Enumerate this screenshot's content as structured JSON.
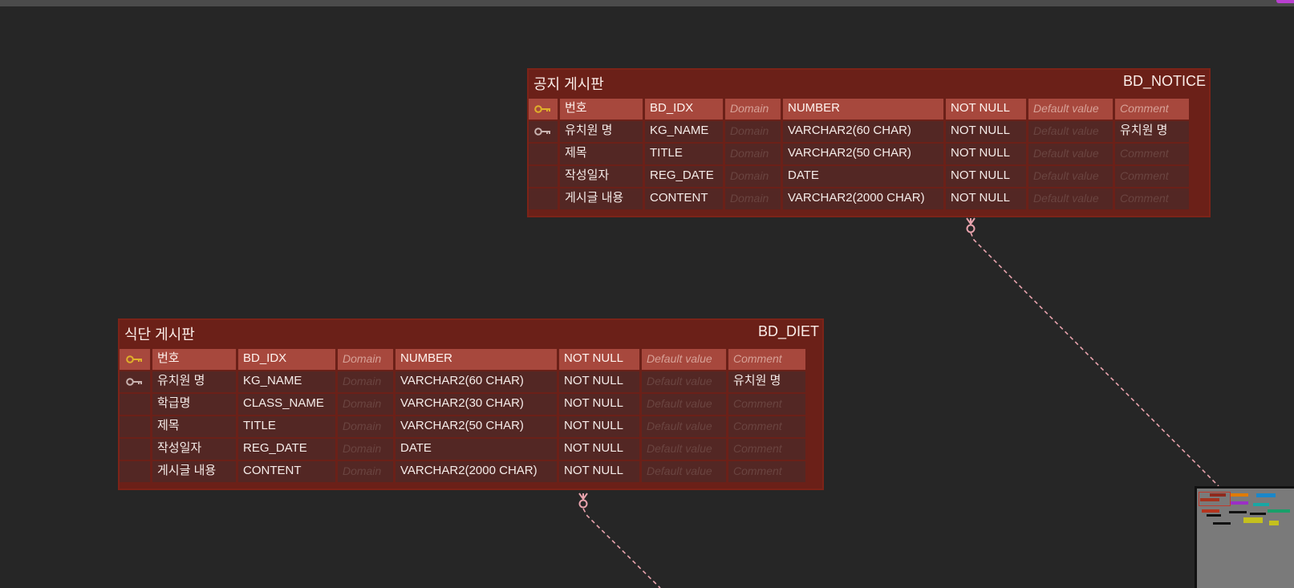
{
  "canvas": {
    "background": "#262626"
  },
  "tables": [
    {
      "id": "notice",
      "logical_name": "공지 게시판",
      "physical_name": "BD_NOTICE",
      "columns": [
        {
          "key": "primary",
          "logical": "번호",
          "physical": "BD_IDX",
          "domain": "Domain",
          "type": "NUMBER",
          "nullability": "NOT NULL",
          "default": "Default value",
          "comment": "Comment"
        },
        {
          "key": "foreign",
          "logical": "유치원 명",
          "physical": "KG_NAME",
          "domain": "Domain",
          "type": "VARCHAR2(60 CHAR)",
          "nullability": "NOT NULL",
          "default": "Default value",
          "comment": "유치원 명"
        },
        {
          "key": "",
          "logical": "제목",
          "physical": "TITLE",
          "domain": "Domain",
          "type": "VARCHAR2(50 CHAR)",
          "nullability": "NOT NULL",
          "default": "Default value",
          "comment": "Comment"
        },
        {
          "key": "",
          "logical": "작성일자",
          "physical": "REG_DATE",
          "domain": "Domain",
          "type": "DATE",
          "nullability": "NOT NULL",
          "default": "Default value",
          "comment": "Comment"
        },
        {
          "key": "",
          "logical": "게시글 내용",
          "physical": "CONTENT",
          "domain": "Domain",
          "type": "VARCHAR2(2000 CHAR)",
          "nullability": "NOT NULL",
          "default": "Default value",
          "comment": "Comment"
        }
      ]
    },
    {
      "id": "diet",
      "logical_name": "식단 게시판",
      "physical_name": "BD_DIET",
      "columns": [
        {
          "key": "primary",
          "logical": "번호",
          "physical": "BD_IDX",
          "domain": "Domain",
          "type": "NUMBER",
          "nullability": "NOT NULL",
          "default": "Default value",
          "comment": "Comment"
        },
        {
          "key": "foreign",
          "logical": "유치원 명",
          "physical": "KG_NAME",
          "domain": "Domain",
          "type": "VARCHAR2(60 CHAR)",
          "nullability": "NOT NULL",
          "default": "Default value",
          "comment": "유치원 명"
        },
        {
          "key": "",
          "logical": "학급명",
          "physical": "CLASS_NAME",
          "domain": "Domain",
          "type": "VARCHAR2(30 CHAR)",
          "nullability": "NOT NULL",
          "default": "Default value",
          "comment": "Comment"
        },
        {
          "key": "",
          "logical": "제목",
          "physical": "TITLE",
          "domain": "Domain",
          "type": "VARCHAR2(50 CHAR)",
          "nullability": "NOT NULL",
          "default": "Default value",
          "comment": "Comment"
        },
        {
          "key": "",
          "logical": "작성일자",
          "physical": "REG_DATE",
          "domain": "Domain",
          "type": "DATE",
          "nullability": "NOT NULL",
          "default": "Default value",
          "comment": "Comment"
        },
        {
          "key": "",
          "logical": "게시글 내용",
          "physical": "CONTENT",
          "domain": "Domain",
          "type": "VARCHAR2(2000 CHAR)",
          "nullability": "NOT NULL",
          "default": "Default value",
          "comment": "Comment"
        }
      ]
    }
  ],
  "colors": {
    "table_header": "#6b2018",
    "pk_row": "#a7483d",
    "row": "#532724",
    "primary_key": "#e0b02a",
    "foreign_key": "#c9b3b0",
    "relationship_line": "#e8a3ad",
    "minimap_bg": "#7a7a7a"
  },
  "icons": {
    "primary_key": "key-icon",
    "foreign_key": "key-outline-icon"
  }
}
